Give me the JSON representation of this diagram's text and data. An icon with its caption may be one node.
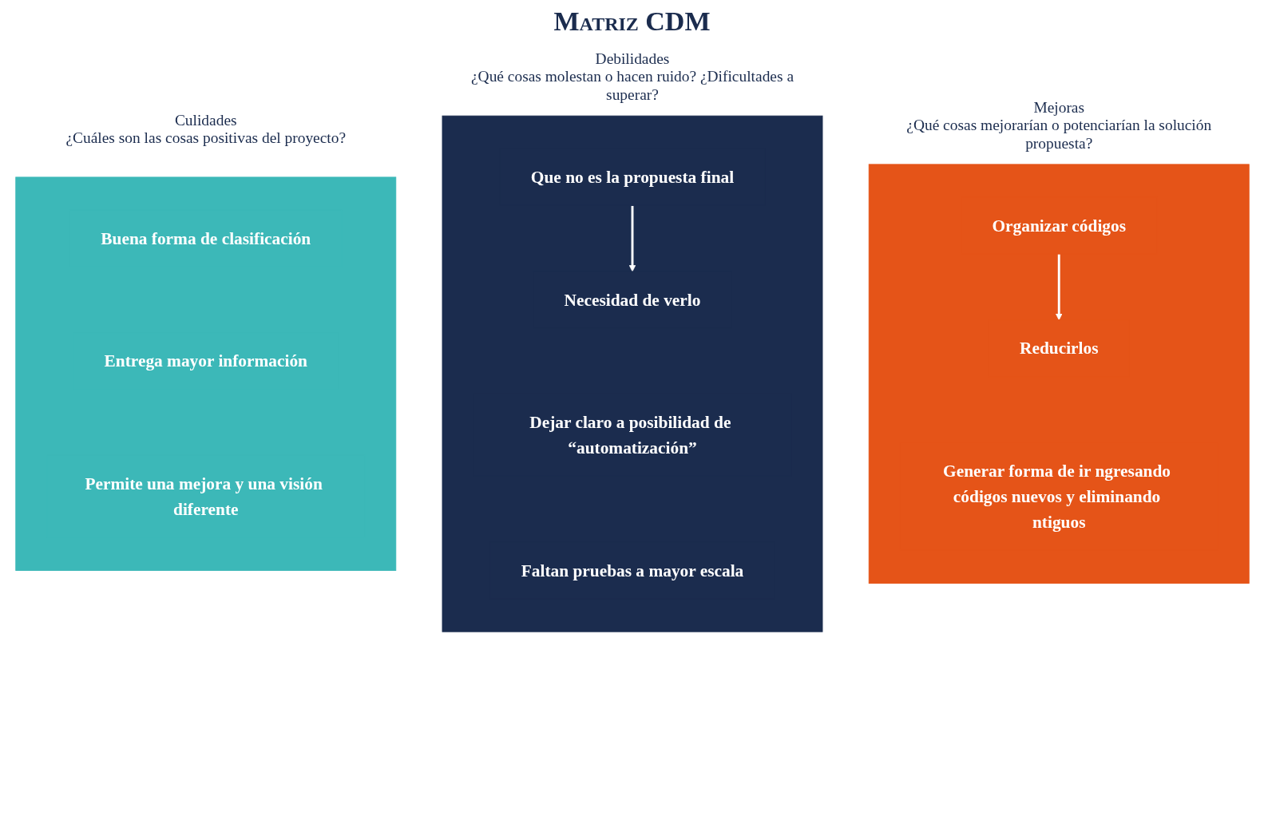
{
  "diagram": {
    "title": "Matriz CDM",
    "nodes": [
      {
        "text": [
          "Culidades",
          "¿Cuáles son las cosas positivas del proyecto?"
        ]
      },
      {
        "text": [
          "Buena forma de clasificación"
        ],
        "in": 0
      },
      {
        "text": [
          "Entrega mayor información"
        ],
        "in": 0
      },
      {
        "text": [
          "Permite una mejora y una visión diferente"
        ],
        "in": 0
      },
      {
        "text": [
          "Debilidades",
          "¿Qué cosas molestan o hacen ruido? ¿Dificultades a superar?"
        ]
      },
      {
        "text": [
          "Que no es la propuesta final"
        ],
        "in": 4
      },
      {
        "text": [
          "Necesidad de verlo"
        ],
        "in": 4
      },
      {
        "text": [
          "Dejar claro a posibilidad de “automatización”"
        ],
        "in": 4
      },
      {
        "text": [
          "Faltan pruebas a mayor escala"
        ],
        "in": 4
      },
      {
        "text": [
          "Mejoras",
          "¿Qué cosas mejorarían o potenciarían la solución propuesta?"
        ]
      },
      {
        "text": [
          "Organizar códigos"
        ],
        "in": 9
      },
      {
        "text": [
          "Reducirlos"
        ],
        "in": 9
      },
      {
        "text": [
          "Generar forma de ir ngresando códigos nuevos y eliminando ntiguos"
        ],
        "in": 9
      }
    ],
    "edges": [
      {
        "from": 5,
        "to": 6,
        "arrow": "to"
      },
      {
        "from": 10,
        "to": 11,
        "arrow": "to"
      }
    ]
  }
}
